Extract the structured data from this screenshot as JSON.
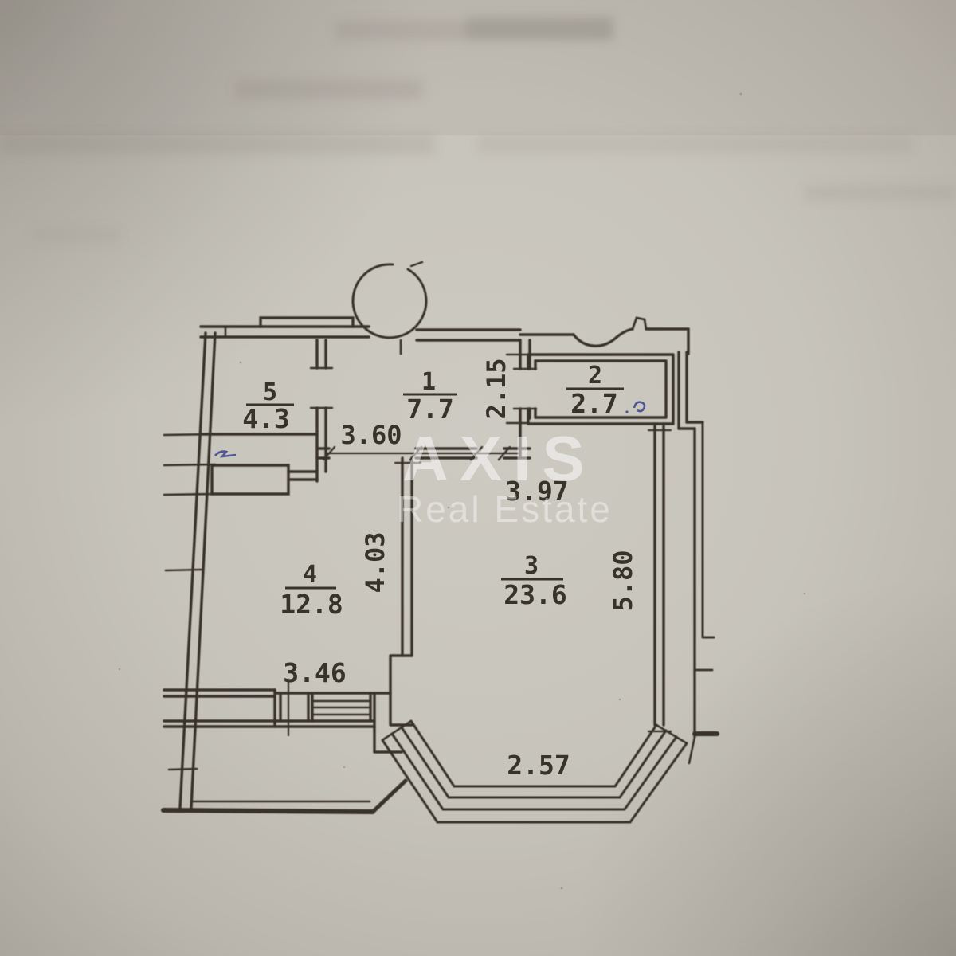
{
  "watermark": {
    "brand": "AXIS",
    "subtitle": "Real Estate"
  },
  "rooms": [
    {
      "number": "1",
      "area": "7.7"
    },
    {
      "number": "2",
      "area": "2.7"
    },
    {
      "number": "3",
      "area": "23.6"
    },
    {
      "number": "4",
      "area": "12.8"
    },
    {
      "number": "5",
      "area": "4.3"
    }
  ],
  "dimensions": {
    "hall_width": "3.60",
    "hall_depth": "2.15",
    "room3_width": "3.97",
    "room4_depth": "4.03",
    "room3_depth": "5.80",
    "room4_width": "3.46",
    "bay_width": "2.57"
  },
  "colors": {
    "paper": "#c6c3ba",
    "ink": "#37332b",
    "watermark": "#ffffff",
    "pen_mark": "#3c418f"
  }
}
